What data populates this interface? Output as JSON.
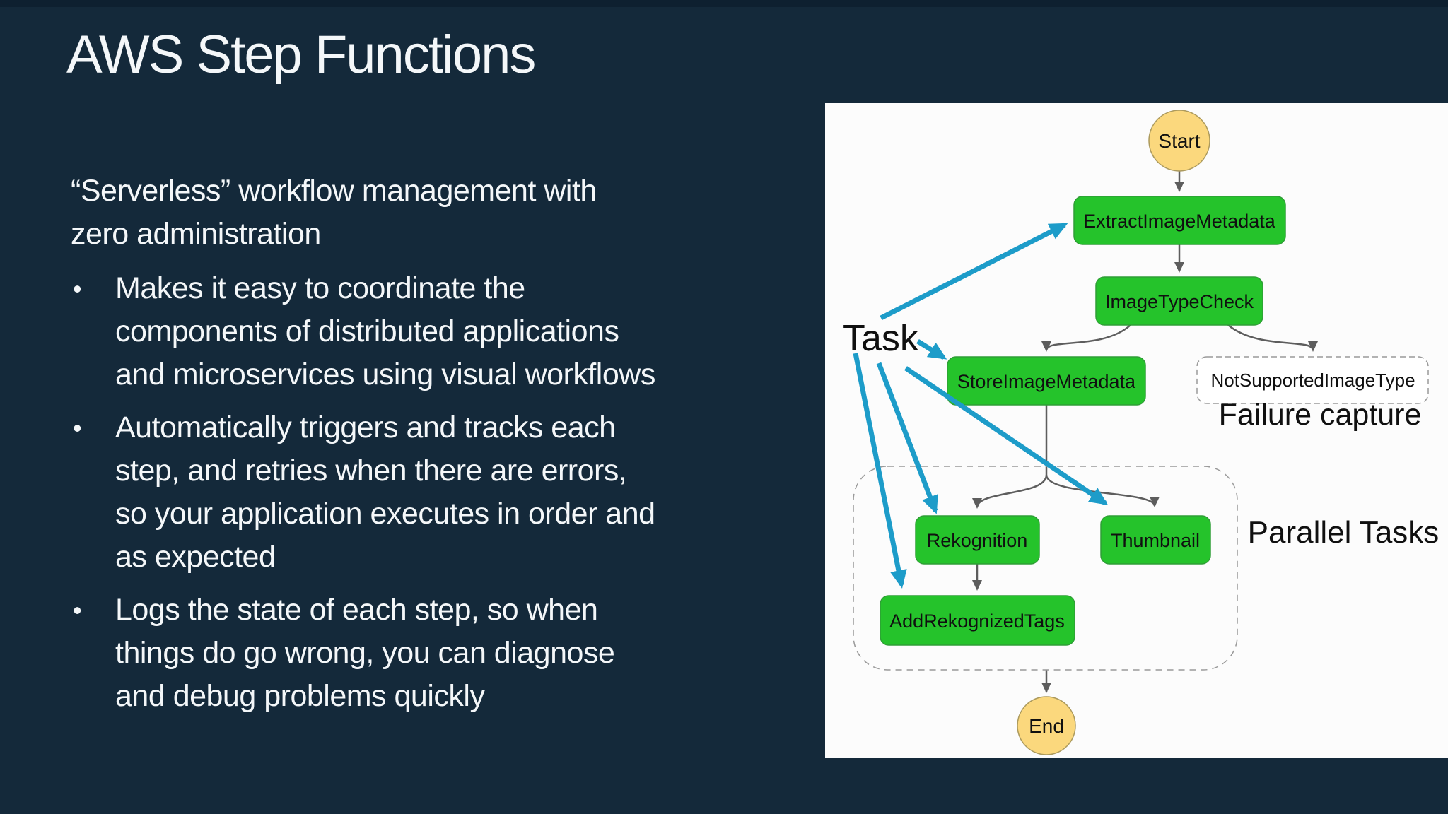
{
  "slide": {
    "title": "AWS Step Functions",
    "bullet_glyph": "•",
    "intro": {
      "line1": "“Serverless” workflow management with",
      "line2": "zero administration"
    },
    "bullets": [
      {
        "lines": [
          "Makes it easy to coordinate the",
          "components of distributed applications",
          "and microservices using visual workflows"
        ]
      },
      {
        "lines": [
          "Automatically triggers and tracks each",
          "step, and retries when there are errors,",
          "so your application executes in order and",
          "as expected"
        ]
      },
      {
        "lines": [
          "Logs the state of each step, so when",
          "things do go wrong, you can diagnose",
          "and debug problems quickly"
        ]
      }
    ]
  },
  "diagram": {
    "nodes": {
      "start": {
        "label": "Start"
      },
      "extract": {
        "label": "ExtractImageMetadata"
      },
      "typecheck": {
        "label": "ImageTypeCheck"
      },
      "store": {
        "label": "StoreImageMetadata"
      },
      "notsupported": {
        "label": "NotSupportedImageType"
      },
      "rekognition": {
        "label": "Rekognition"
      },
      "thumbnail": {
        "label": "Thumbnail"
      },
      "addtags": {
        "label": "AddRekognizedTags"
      },
      "end": {
        "label": "End"
      }
    },
    "annotations": {
      "task": "Task",
      "failure_capture": "Failure capture",
      "parallel_tasks": "Parallel Tasks"
    }
  },
  "colors": {
    "bg": "#14293a",
    "top-strip": "#0e2030",
    "panel": "#fcfcfc",
    "text": "#f4f7f9",
    "green": "#25c32b",
    "green-border": "#2f9e36",
    "yellow": "#fbd87d",
    "yellow-border": "#ac9a5d",
    "blue": "#1d9cc9",
    "gray": "#5d5d5d",
    "dash": "#9a9a9a",
    "node-text": "#101010"
  }
}
